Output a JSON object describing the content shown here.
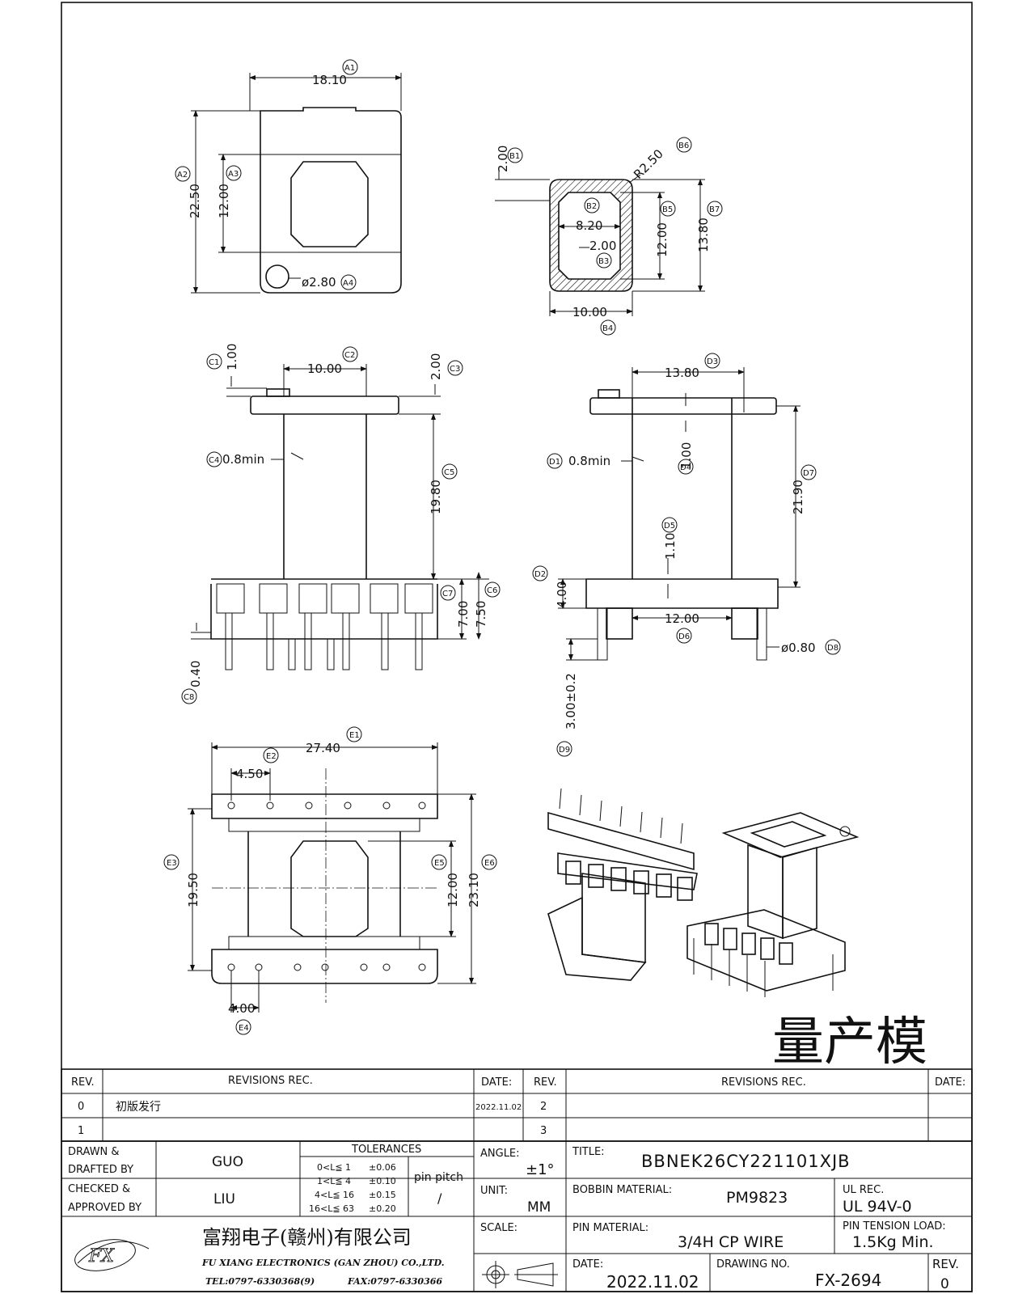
{
  "view_a": {
    "dims": [
      "18.10",
      "22.50",
      "12.00",
      "ø2.80"
    ],
    "bubbles": [
      "A1",
      "A2",
      "A3",
      "A4"
    ]
  },
  "view_b": {
    "dims": [
      "2.00",
      "R2.50",
      "8.20",
      "2.00",
      "12.00",
      "13.80",
      "10.00"
    ],
    "bubbles": [
      "B1",
      "B2",
      "B3",
      "B4",
      "B5",
      "B6",
      "B7"
    ]
  },
  "view_c": {
    "dims": [
      "1.00",
      "10.00",
      "2.00",
      "0.8min",
      "19.80",
      "7.00",
      "7.50",
      "0.40"
    ],
    "bubbles": [
      "C1",
      "C2",
      "C3",
      "C4",
      "C5",
      "C6",
      "C7",
      "C8"
    ]
  },
  "view_d": {
    "dims": [
      "13.80",
      "0.8min",
      "1.00",
      "21.90",
      "1.10",
      "4.00",
      "12.00",
      "ø0.80",
      "3.00±0.2"
    ],
    "bubbles": [
      "D1",
      "D2",
      "D3",
      "D4",
      "D5",
      "D6",
      "D7",
      "D8",
      "D9"
    ]
  },
  "view_e": {
    "dims": [
      "27.40",
      "4.50",
      "19.50",
      "12.00",
      "23.10",
      "4.00"
    ],
    "bubbles": [
      "E1",
      "E2",
      "E3",
      "E4",
      "E5",
      "E6"
    ]
  },
  "stamp": "量产模",
  "revision_table": {
    "header_left": {
      "rev": "REV.",
      "revisions": "REVISIONS   REC.",
      "date": "DATE:"
    },
    "header_right": {
      "rev": "REV.",
      "revisions": "REVISIONS   REC.",
      "date": "DATE:"
    },
    "rows_left": [
      {
        "rev": "0",
        "desc": "初版发行",
        "date": "2022.11.02"
      },
      {
        "rev": "1",
        "desc": "",
        "date": ""
      }
    ],
    "rows_right": [
      {
        "rev": "2",
        "desc": "",
        "date": ""
      },
      {
        "rev": "3",
        "desc": "",
        "date": ""
      }
    ]
  },
  "title_block": {
    "drawn_label_1": "DRAWN &",
    "drawn_label_2": "DRAFTED BY",
    "drawn_by": "GUO",
    "checked_label_1": "CHECKED &",
    "checked_label_2": "APPROVED BY",
    "checked_by": "LIU",
    "tolerances_label": "TOLERANCES",
    "tolerances": [
      {
        "range": "0<L≦ 1",
        "tol": "±0.06"
      },
      {
        "range": "1<L≦ 4",
        "tol": "±0.10"
      },
      {
        "range": "4<L≦ 16",
        "tol": "±0.15"
      },
      {
        "range": "16<L≦ 63",
        "tol": "±0.20"
      }
    ],
    "pin_pitch_label": "pin pitch",
    "pin_pitch_value": "/",
    "angle_label": "ANGLE:",
    "angle_value": "±1°",
    "unit_label": "UNIT:",
    "unit_value": "MM",
    "scale_label": "SCALE:",
    "title_label": "TITLE:",
    "title_value": "BBNEK26CY221101XJB",
    "bobbin_material_label": "BOBBIN MATERIAL:",
    "bobbin_material_value": "PM9823",
    "ul_rec_label": "UL REC.",
    "ul_rec_value": "UL 94V-0",
    "pin_material_label": "PIN MATERIAL:",
    "pin_material_value": "3/4H CP WIRE",
    "pin_tension_label": "PIN TENSION LOAD:",
    "pin_tension_value": "1.5Kg Min.",
    "date_label": "DATE:",
    "date_value": "2022.11.02",
    "drawing_no_label": "DRAWING NO.",
    "drawing_no_value": "FX-2694",
    "rev_label": "REV.",
    "rev_value": "0",
    "company_cn": "富翔电子(赣州)有限公司",
    "company_en": "FU XIANG ELECTRONICS (GAN ZHOU) CO.,LTD.",
    "company_tel": "TEL:0797-6330368(9)",
    "company_fax": "FAX:0797-6330366",
    "logo_text": "FX"
  }
}
